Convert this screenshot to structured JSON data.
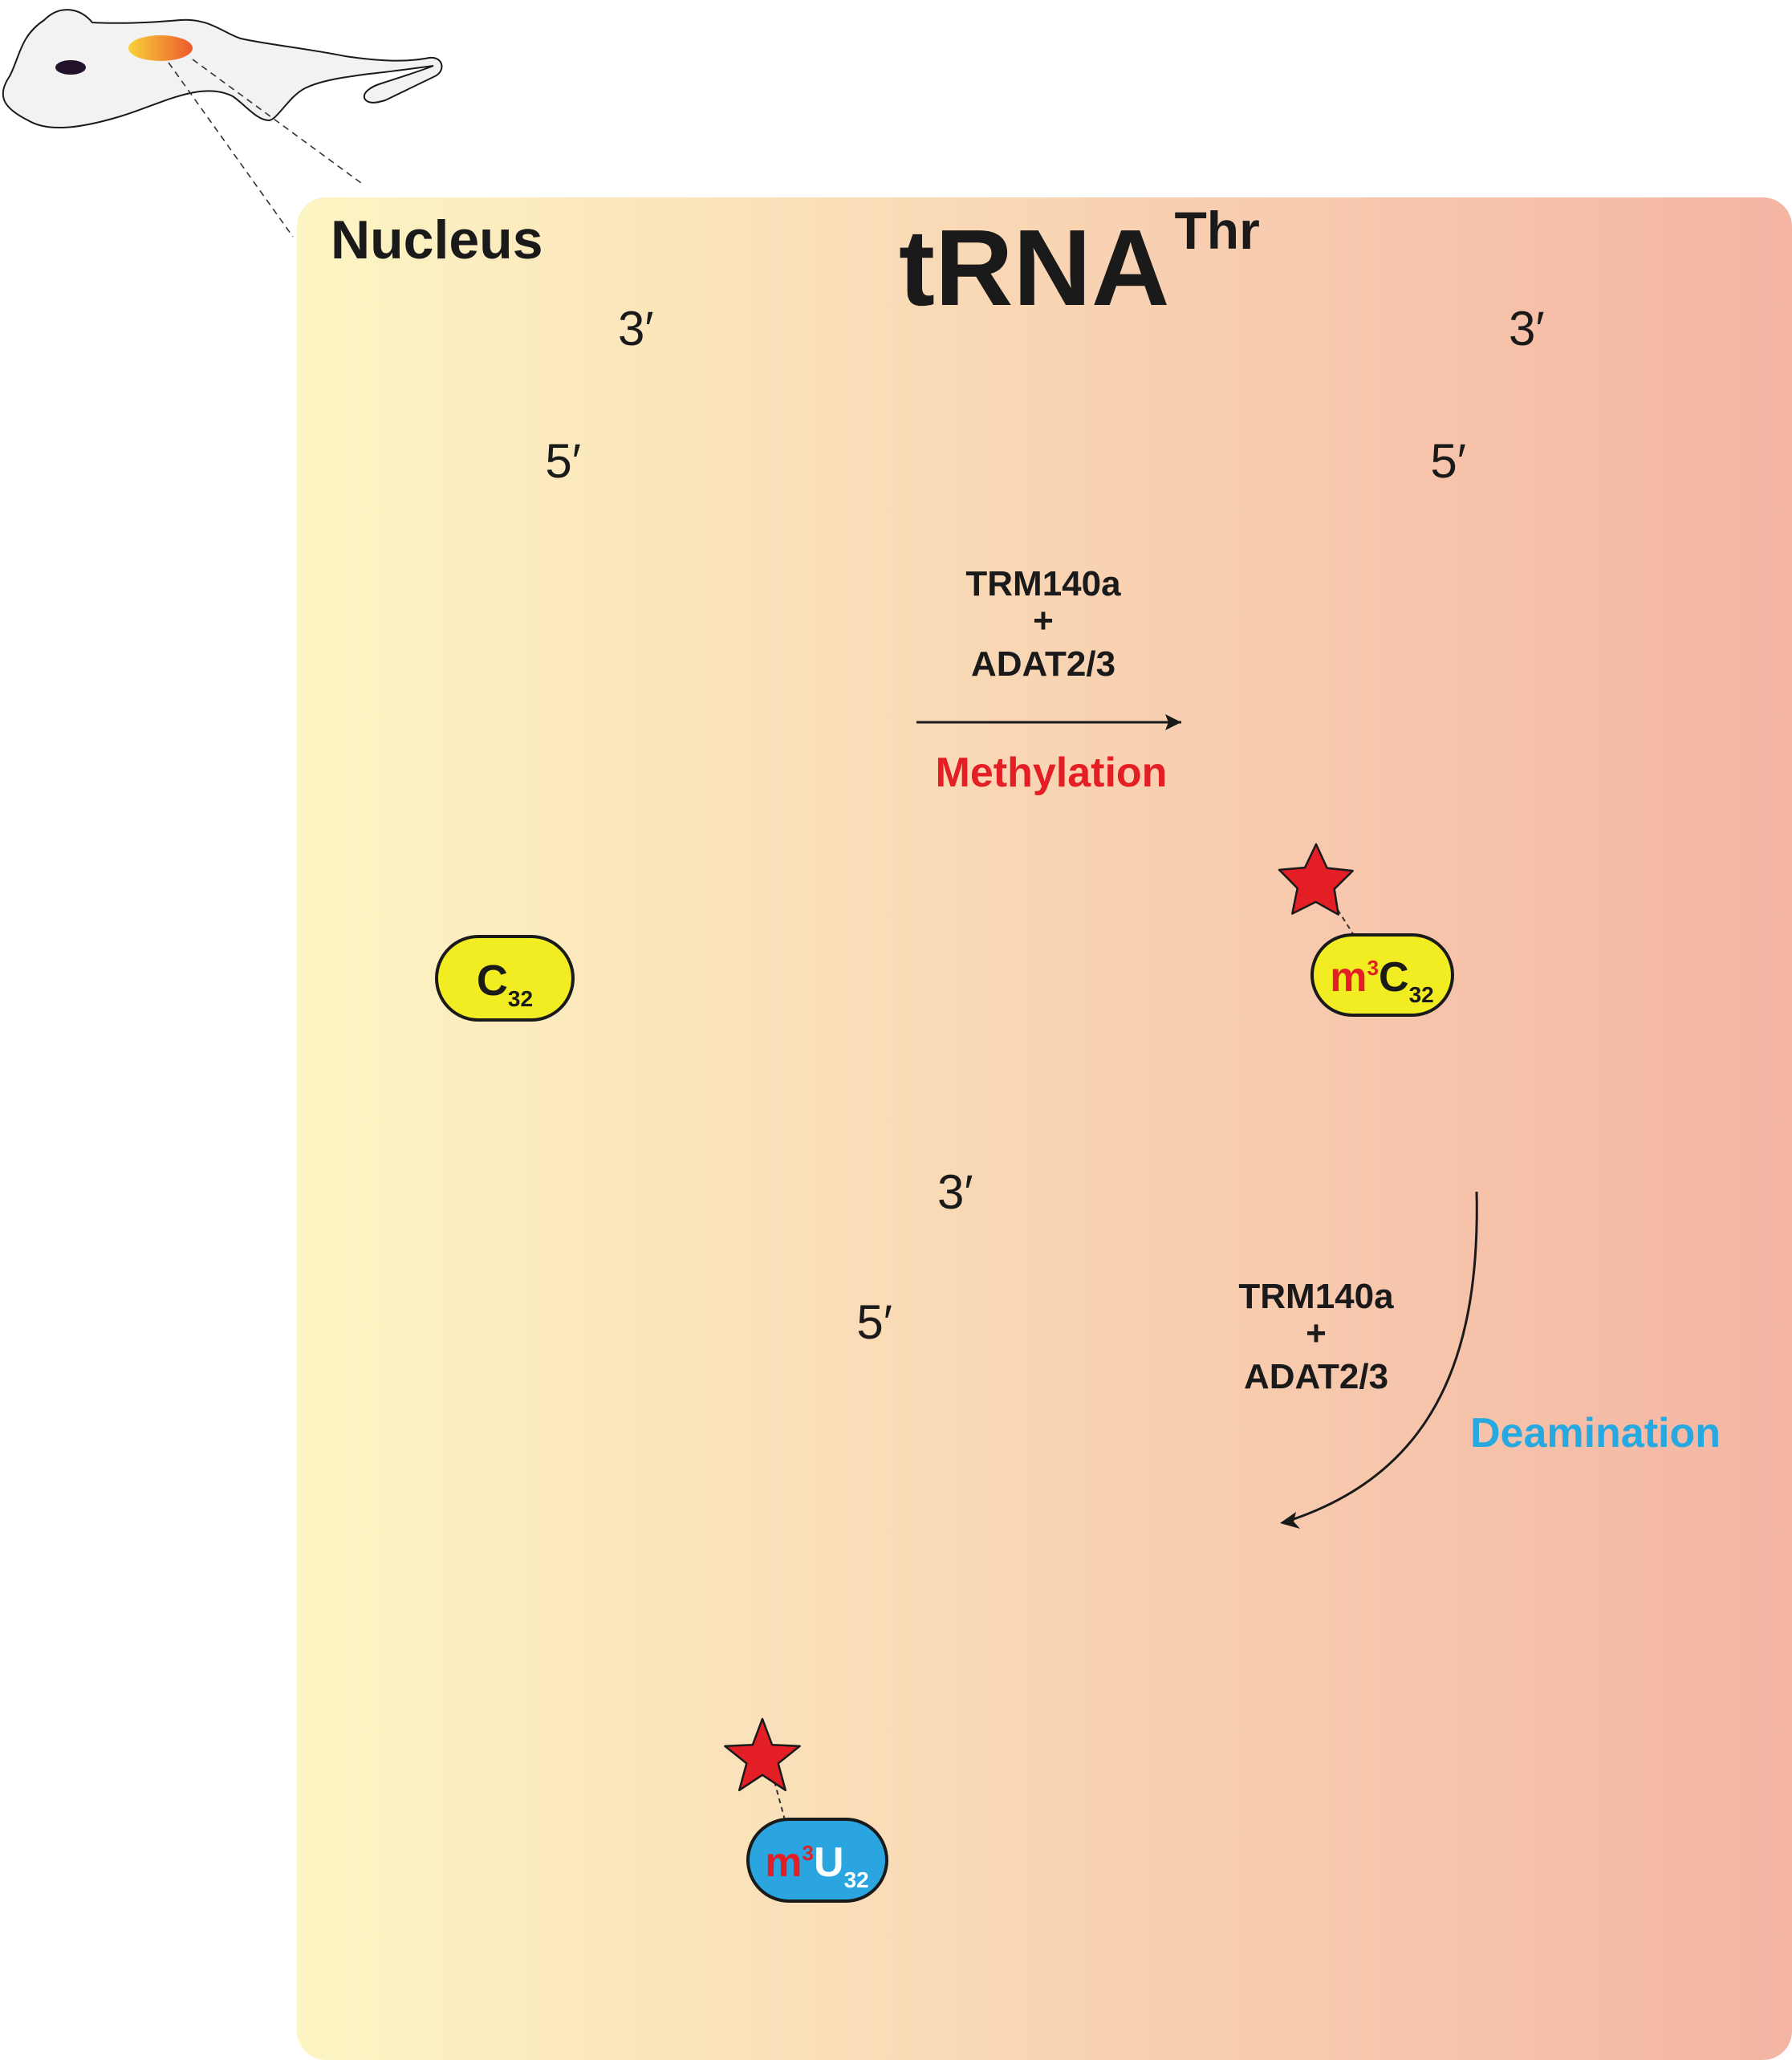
{
  "compartment": {
    "label": "Nucleus"
  },
  "title": {
    "main": "tRNA",
    "superscript": "Thr"
  },
  "colors": {
    "gradient_start": "#fdf5c4",
    "gradient_end": "#f4b5a3",
    "trna_body": "#c9b38b",
    "trna_body_modified": "#b59c88",
    "tail": "#8f8f8f",
    "base_yellow": "#f2ec22",
    "base_blue": "#2aa5e0",
    "star_red": "#e31e25",
    "methylation_text": "#e31e25",
    "deamination_text": "#26a9e0"
  },
  "molecules": [
    {
      "five_prime": "5′",
      "three_prime": "3′",
      "base": {
        "prefix": "",
        "sup": "",
        "letter": "C",
        "sub": "32"
      }
    },
    {
      "five_prime": "5′",
      "three_prime": "3′",
      "base": {
        "prefix": "m",
        "sup": "3",
        "letter": "C",
        "sub": "32"
      }
    },
    {
      "five_prime": "5′",
      "three_prime": "3′",
      "base": {
        "prefix": "m",
        "sup": "3",
        "letter": "U",
        "sub": "32"
      }
    }
  ],
  "reactions": [
    {
      "enzyme1": "TRM140a",
      "plus": "+",
      "enzyme2": "ADAT2/3",
      "process": "Methylation"
    },
    {
      "enzyme1": "TRM140a",
      "plus": "+",
      "enzyme2": "ADAT2/3",
      "process": "Deamination"
    }
  ]
}
